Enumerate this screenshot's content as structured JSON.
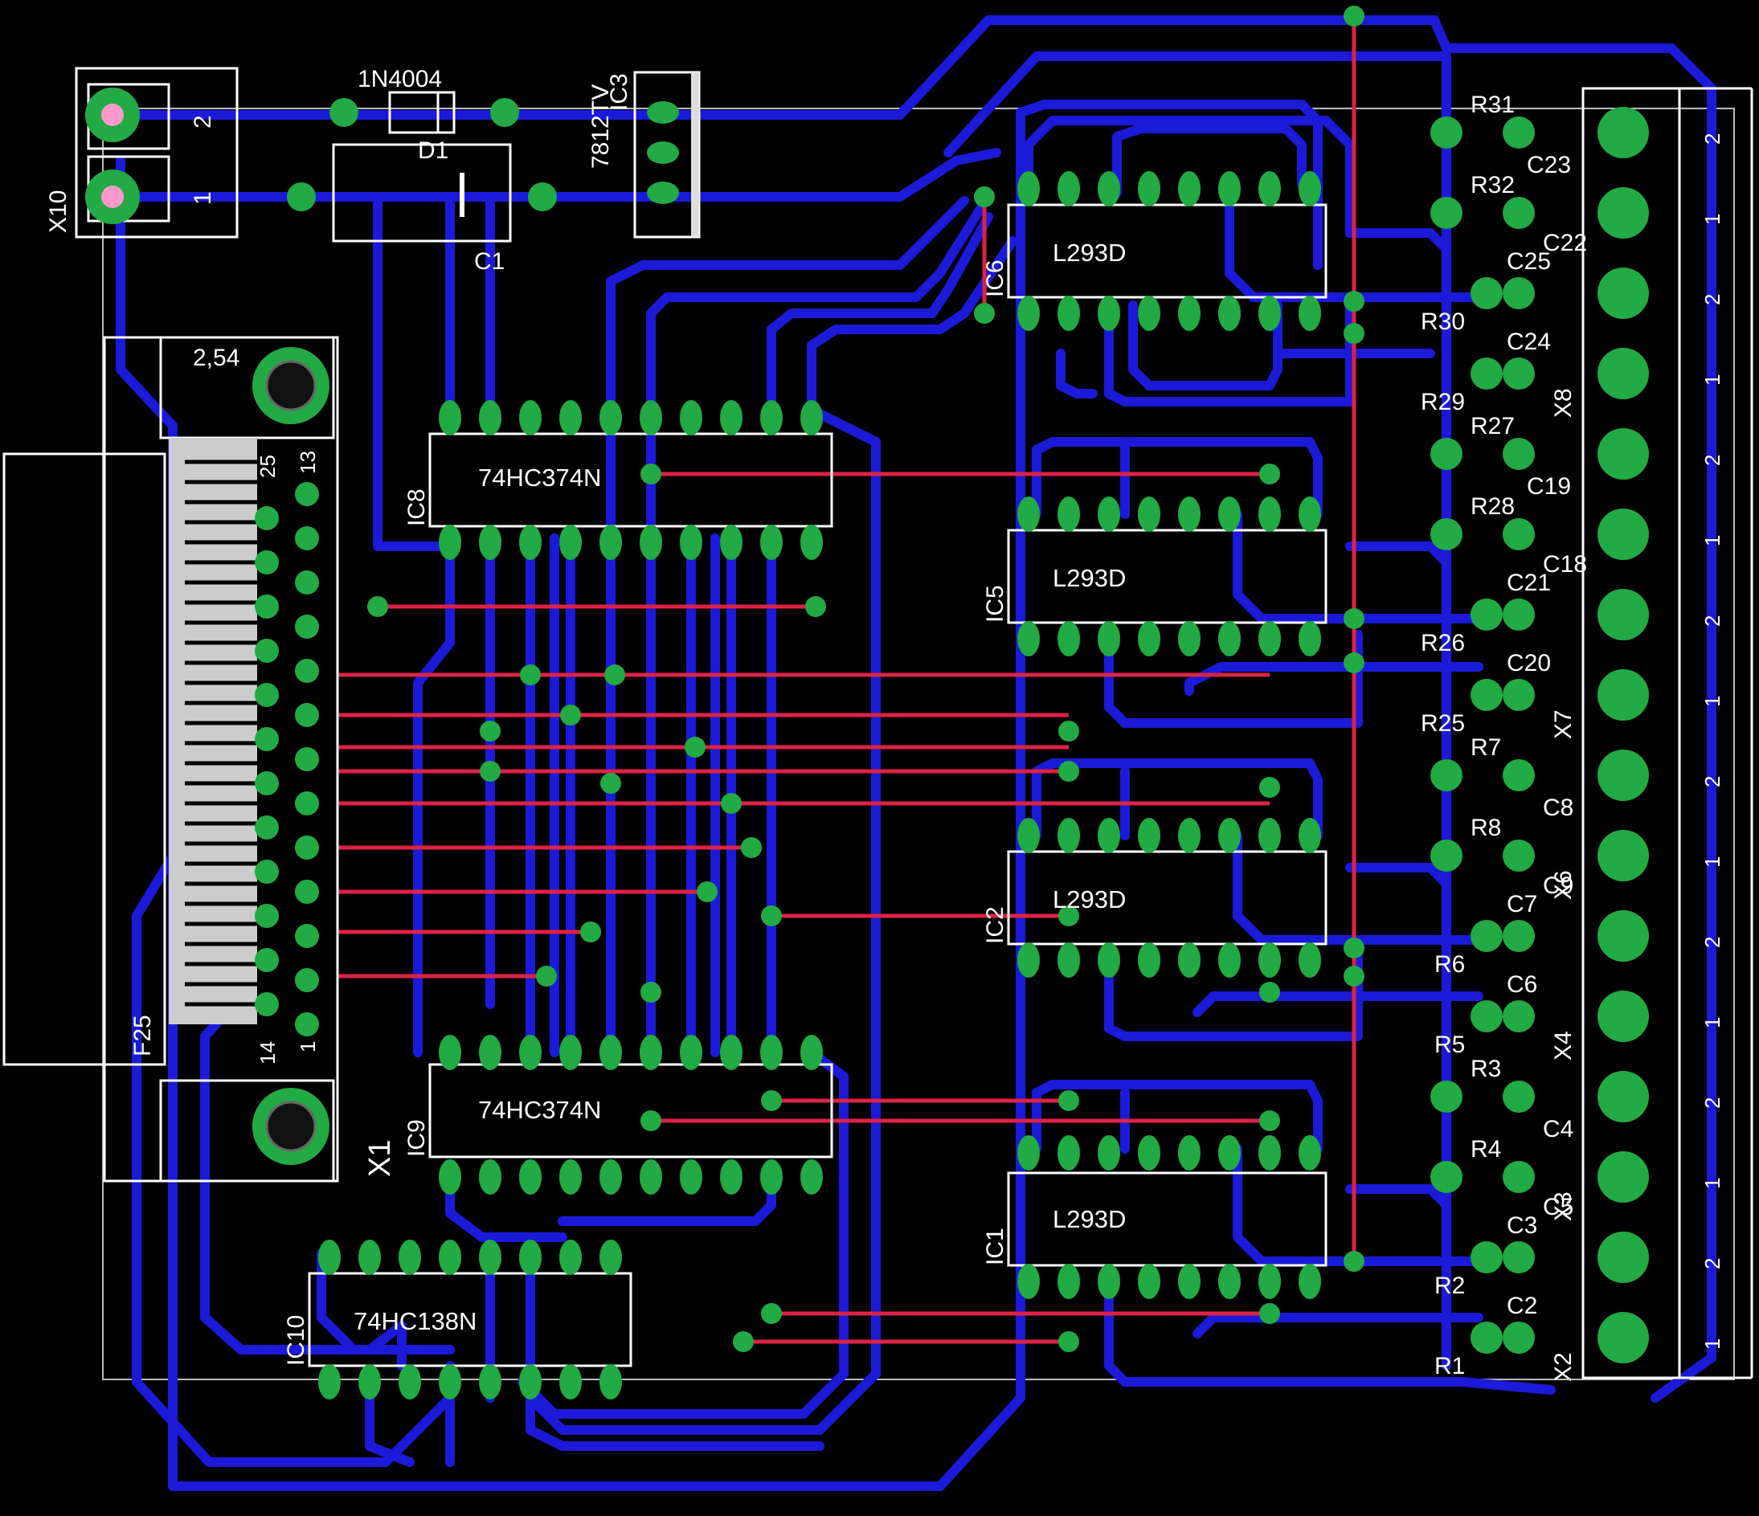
{
  "board": {
    "background_color": "#000000",
    "top_trace_color": "#dd2244",
    "bottom_trace_color": "#1a1ad8",
    "silkscreen_color": "#ffffff",
    "pad_color": "#22aa44"
  },
  "components": {
    "x10": {
      "ref": "X10",
      "pin1": "1",
      "pin2": "2"
    },
    "d1": {
      "ref": "D1",
      "value": "1N4004"
    },
    "ic3": {
      "ref": "IC3",
      "value": "7812TV"
    },
    "c1": {
      "ref": "C1"
    },
    "x1": {
      "ref": "X1",
      "name": "F25",
      "hole": "2,54",
      "pin1": "1",
      "pin13": "13",
      "pin14": "14",
      "pin25": "25"
    },
    "ic6": {
      "ref": "IC6",
      "value": "L293D"
    },
    "ic5": {
      "ref": "IC5",
      "value": "L293D"
    },
    "ic2": {
      "ref": "IC2",
      "value": "L293D"
    },
    "ic1": {
      "ref": "IC1",
      "value": "L293D"
    },
    "ic8": {
      "ref": "IC8",
      "value": "74HC374N"
    },
    "ic9": {
      "ref": "IC9",
      "value": "74HC374N"
    },
    "ic10": {
      "ref": "IC10",
      "value": "74HC138N"
    }
  },
  "output_connectors": [
    {
      "ref": "X8"
    },
    {
      "ref": "X7"
    },
    {
      "ref": "X6"
    },
    {
      "ref": "X4"
    },
    {
      "ref": "X3"
    },
    {
      "ref": "X2"
    }
  ],
  "terminal_pin_labels": [
    "2",
    "1",
    "2",
    "1",
    "2",
    "1",
    "2",
    "1",
    "2",
    "1",
    "2",
    "1",
    "2",
    "1",
    "2",
    "1"
  ],
  "resistors": [
    "R31",
    "R32",
    "R30",
    "R29",
    "R27",
    "R28",
    "R26",
    "R25",
    "R7",
    "R8",
    "R6",
    "R5",
    "R3",
    "R4",
    "R2",
    "R1"
  ],
  "capacitors": [
    "C23",
    "C22",
    "C25",
    "C24",
    "C19",
    "C18",
    "C21",
    "C20",
    "C8",
    "C9",
    "C7",
    "C6",
    "C4",
    "C5",
    "C3",
    "C2"
  ]
}
